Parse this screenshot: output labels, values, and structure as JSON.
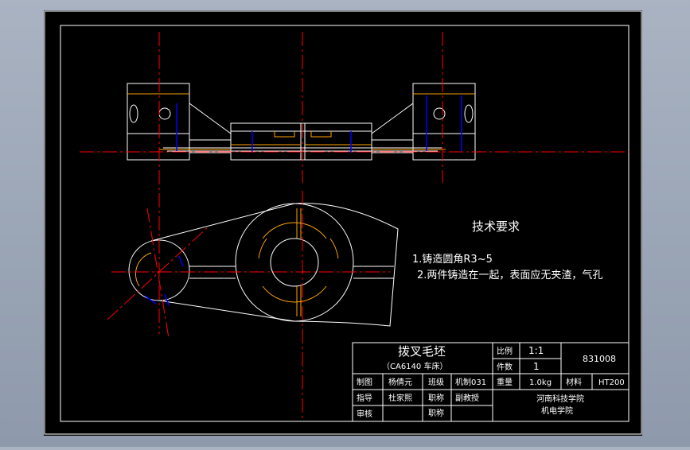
{
  "colors": {
    "background": "#000000",
    "frame": "#ffffff",
    "outline": "#ffffff",
    "centerline": "#ff0000",
    "hidden": "#ffa500",
    "dimension": "#0000ff",
    "viewport": "#a9b3c2"
  },
  "notes": {
    "heading": "技术要求",
    "line1": "1.铸造圆角R3~5",
    "line2": "2.两件铸造在一起，表面应无夹渣，气孔"
  },
  "title_block": {
    "part_name": "拨叉毛坯",
    "machine": "（CA6140 车床）",
    "scale_label": "比例",
    "scale_value": "1:1",
    "qty_label": "件数",
    "qty_value": "1",
    "drawing_no": "831008",
    "drawn_label": "制图",
    "drawn_name": "杨倩元",
    "class_label": "班级",
    "class_value": "机制031",
    "weight_label": "重量",
    "weight_value": "1.0kg",
    "material_label": "材料",
    "material_value": "HT200",
    "guide_label": "指导",
    "guide_name": "杜家熙",
    "title1_label": "职称",
    "title1_value": "副教授",
    "school": "河南科技学院",
    "college": "机电学院",
    "review_label": "审核",
    "title2_label": "职称"
  }
}
